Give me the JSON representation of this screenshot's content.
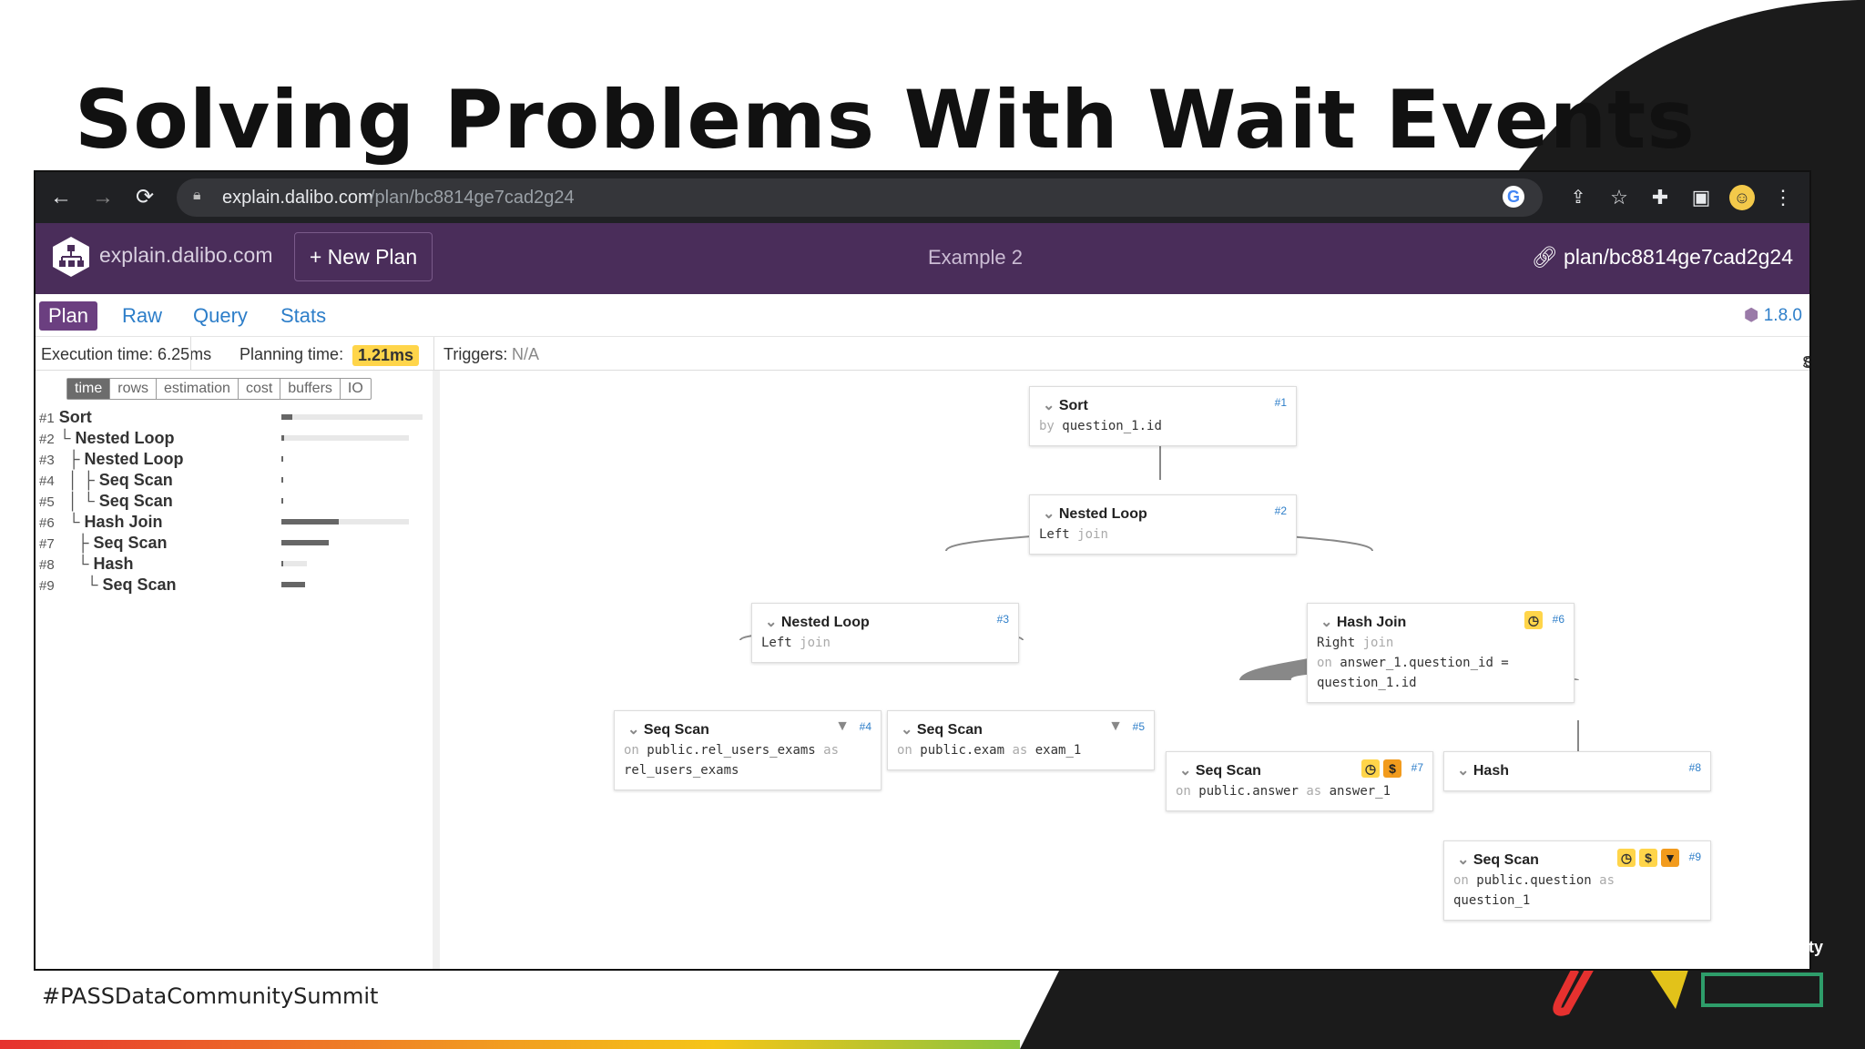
{
  "slide": {
    "title": "Solving Problems With Wait Events",
    "hashtag": "#PASSDataCommunitySummit",
    "corner_text": "ty"
  },
  "browser": {
    "url_host": "explain.dalibo.com",
    "url_path": "/plan/bc8814ge7cad2g24",
    "icons": [
      "back-icon",
      "forward-icon",
      "reload-icon",
      "lock-icon",
      "google-icon",
      "share-icon",
      "star-icon",
      "extensions-icon",
      "sidepanel-icon",
      "profile-icon",
      "menu-icon"
    ]
  },
  "app": {
    "logo_text": "explain.dalibo.com",
    "new_plan_label": "+ New Plan",
    "plan_title": "Example 2",
    "plan_link": "plan/bc8814ge7cad2g24",
    "tabs": [
      {
        "label": "Plan",
        "active": true
      },
      {
        "label": "Raw",
        "active": false
      },
      {
        "label": "Query",
        "active": false
      },
      {
        "label": "Stats",
        "active": false
      }
    ],
    "version": "1.8.0",
    "stats": {
      "execution": "Execution time: 6.25ms",
      "planning_label": "Planning time:",
      "planning_value": "1.21ms",
      "triggers_label": "Triggers:",
      "triggers_value": "N/A",
      "settings": "Settings"
    },
    "metric_tabs": [
      "time",
      "rows",
      "estimation",
      "cost",
      "buffers",
      "IO"
    ],
    "tree": [
      {
        "id": "#1",
        "prefix": "",
        "name": "Sort",
        "frac": 0.08
      },
      {
        "id": "#2",
        "prefix": "└ ",
        "name": "Nested Loop",
        "frac": 0.02
      },
      {
        "id": "#3",
        "prefix": "  ├ ",
        "name": "Nested Loop",
        "frac": 0.01
      },
      {
        "id": "#4",
        "prefix": "  │ ├ ",
        "name": "Seq Scan",
        "frac": 0.01
      },
      {
        "id": "#5",
        "prefix": "  │ └ ",
        "name": "Seq Scan",
        "frac": 0.01
      },
      {
        "id": "#6",
        "prefix": "  └ ",
        "name": "Hash Join",
        "frac": 0.45
      },
      {
        "id": "#7",
        "prefix": "    ├ ",
        "name": "Seq Scan",
        "frac": 1.0
      },
      {
        "id": "#8",
        "prefix": "    └ ",
        "name": "Hash",
        "frac": 0.05
      },
      {
        "id": "#9",
        "prefix": "      └ ",
        "name": "Seq Scan",
        "frac": 1.0
      }
    ],
    "nodes": {
      "n1": {
        "title": "Sort",
        "id": "#1",
        "kw1": "by",
        "v1": "question_1.id"
      },
      "n2": {
        "title": "Nested Loop",
        "id": "#2",
        "v1": "Left",
        "kw1": "join"
      },
      "n3": {
        "title": "Nested Loop",
        "id": "#3",
        "v1": "Left",
        "kw1": "join"
      },
      "n4": {
        "title": "Seq Scan",
        "id": "#4",
        "kw1": "on",
        "v1": "public.rel_users_exams",
        "kw2": "as",
        "v2": "rel_users_exams"
      },
      "n5": {
        "title": "Seq Scan",
        "id": "#5",
        "kw1": "on",
        "v1": "public.exam",
        "kw2": "as",
        "v2": "exam_1"
      },
      "n6": {
        "title": "Hash Join",
        "id": "#6",
        "v1": "Right",
        "kw1": "join",
        "kw2": "on",
        "v2": "answer_1.question_id =",
        "v3": "question_1.id"
      },
      "n7": {
        "title": "Seq Scan",
        "id": "#7",
        "kw1": "on",
        "v1": "public.answer",
        "kw2": "as",
        "v2": "answer_1"
      },
      "n8": {
        "title": "Hash",
        "id": "#8"
      },
      "n9": {
        "title": "Seq Scan",
        "id": "#9",
        "kw1": "on",
        "v1": "public.question",
        "kw2": "as",
        "v2": "question_1"
      }
    },
    "badge_dollar": "$"
  },
  "colors": {
    "header": "#4a2d5a",
    "accent": "#6b3f80",
    "link": "#2d7ec9",
    "highlight": "#ffd54a",
    "badge_orange": "#f29b1d"
  }
}
